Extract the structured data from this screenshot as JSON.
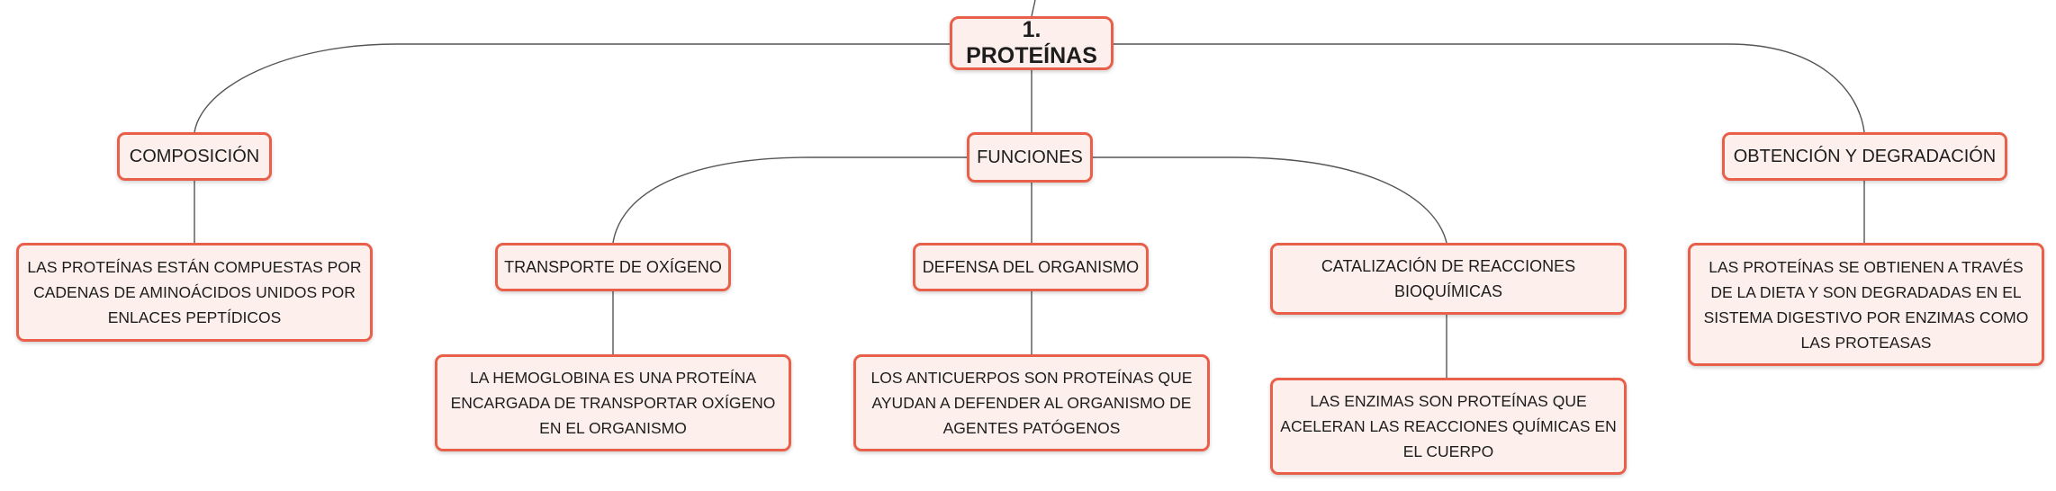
{
  "mindmap": {
    "root": {
      "label": "1. PROTEÍNAS"
    },
    "composicion": {
      "label": "COMPOSICIÓN",
      "detail": "LAS PROTEÍNAS ESTÁN COMPUESTAS POR CADENAS DE AMINOÁCIDOS UNIDOS POR ENLACES PEPTÍDICOS"
    },
    "funciones": {
      "label": "FUNCIONES",
      "children": [
        {
          "label": "TRANSPORTE DE OXÍGENO",
          "detail": "LA HEMOGLOBINA ES UNA PROTEÍNA ENCARGADA DE TRANSPORTAR OXÍGENO EN EL ORGANISMO"
        },
        {
          "label": "DEFENSA DEL ORGANISMO",
          "detail": "LOS ANTICUERPOS SON PROTEÍNAS QUE AYUDAN A DEFENDER AL ORGANISMO DE AGENTES PATÓGENOS"
        },
        {
          "label": "CATALIZACIÓN DE REACCIONES BIOQUÍMICAS",
          "detail": "LAS ENZIMAS SON PROTEÍNAS QUE ACELERAN LAS REACCIONES QUÍMICAS EN EL CUERPO"
        }
      ]
    },
    "obtencion": {
      "label": "OBTENCIÓN Y DEGRADACIÓN",
      "detail": "LAS PROTEÍNAS SE OBTIENEN A TRAVÉS DE LA DIETA Y SON DEGRADADAS EN EL SISTEMA DIGESTIVO POR ENZIMAS COMO LAS PROTEASAS"
    }
  },
  "colors": {
    "node_border": "#e9604a",
    "node_fill": "#fdf0ec",
    "connector": "#555555",
    "text": "#1d1d1d"
  }
}
